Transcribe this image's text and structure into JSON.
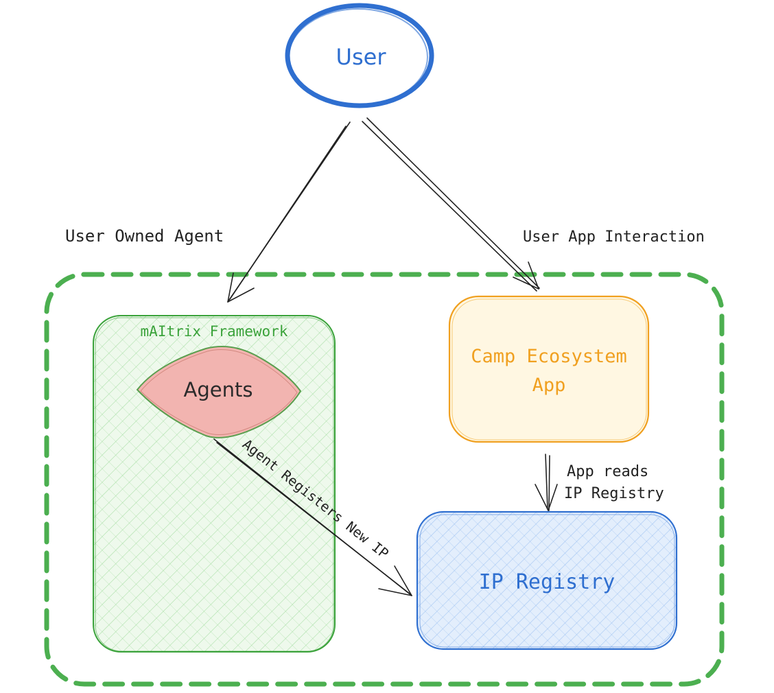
{
  "nodes": {
    "user": {
      "label": "User",
      "color": "#2f6fd0"
    },
    "framework": {
      "label": "mAItrix Framework",
      "color": "#3aa23a",
      "fill": "#e8f7e6"
    },
    "agents": {
      "label": "Agents",
      "color": "#2b2b2b",
      "fill": "#f2b4b0"
    },
    "camp_app": {
      "line1": "Camp Ecosystem",
      "line2": "App",
      "color": "#f0a020",
      "fill": "#fff6e0"
    },
    "ip_registry": {
      "label": "IP Registry",
      "color": "#2f6fd0",
      "fill": "#dbe9fb"
    }
  },
  "edges": {
    "user_owned_agent": {
      "label": "User Owned Agent"
    },
    "user_app_interaction": {
      "label": "User App Interaction"
    },
    "agent_registers": {
      "label": "Agent Registers New IP"
    },
    "app_reads": {
      "line1": "App reads",
      "line2": "IP Registry"
    }
  },
  "colors": {
    "boundary": "#4caf50",
    "edge": "#222222"
  }
}
